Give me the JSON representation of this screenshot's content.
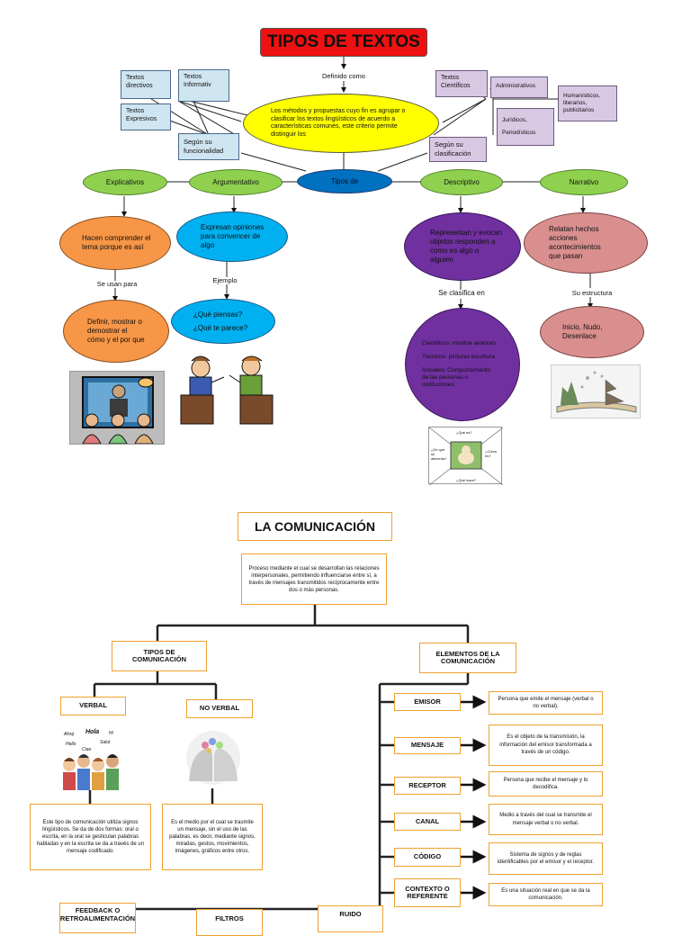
{
  "tipos": {
    "title": "TIPOS DE TEXTOS",
    "definido": "Definido como",
    "center_text": "Los métodos y propuestas cuyo fin es agrupar o clasificar los textos lingüísticos de acuerdo a características comunes, este criterio permite distinguir los",
    "left_boxes": [
      "Textos directivos",
      "Textos Informativ",
      "Textos Expresivos"
    ],
    "segun_funcionalidad": "Según su funcionalidad",
    "textos_cientificos": "Textos Científicos",
    "right_boxes": [
      "Administrativos",
      "Humanísticos, literarios, publicitarios",
      "Jurídicos,",
      "Periodísticos"
    ],
    "segun_clasificacion": "Según su clasificación",
    "tipos_de": "Tipos de",
    "types": [
      "Explicativos",
      "Argumentativo",
      "Descriptivo",
      "Narrativo"
    ],
    "explicativo_desc": "Hacen comprender el tema porque es así",
    "se_usan_para": "Se usan para",
    "explicativo_use": "Definir, mostrar o demostrar el cómo y el por que",
    "argumentativo_desc": "Expresan opiniones para convencer de algo",
    "ejemplo": "Ejemplo",
    "argumentativo_ex1": "¿Qué piensas?",
    "argumentativo_ex2": "¿Qué te parece?",
    "descriptivo_desc": "Representan y evocan objetos responden a como es algo o alguien",
    "se_clasifica_en": "Se clasifica en",
    "descriptivo_c1": "Científicos: mostrar avances",
    "descriptivo_c2": "Técnicos: pinturas escultura",
    "descriptivo_c3": "Sociales: Comportamiento de las personas o instituciones",
    "narrativo_desc": "Relatan hechos acciones acontecimientos que pasan",
    "su_estructura": "Su estructura",
    "narrativo_struct": "Inicio, Nudo, Desenlace",
    "dog_labels": [
      "¿Qué es?",
      "¿De qué se alimenta?",
      "¿Cómo es?",
      "¿Qué hace?"
    ]
  },
  "comunicacion": {
    "title": "LA COMUNICACIÓN",
    "definition": "Proceso mediante el cual se desarrollan las relaciones interpersonales, permitiendo influenciarse entre sí, a través de mensajes transmitidos recíprocamente entre dos o más personas.",
    "tipos": "TIPOS DE COMUNICACIÓN",
    "elementos": "ELEMENTOS DE LA COMUNICACIÓN",
    "verbal": "VERBAL",
    "no_verbal": "NO VERBAL",
    "verbal_desc": "Este tipo de comunicación utiliza signos lingüísticos. Se da de dos formas: oral o escrita, en la oral se gesticulan palabras habladas y en la escrita se da a través de un mensaje codificado.",
    "no_verbal_desc": "Es el medio por el cual se trasmite un mensaje, sin el uso de las palabras, es decir, mediante signos, miradas, gestos, movimientos, imágenes, gráficos entre otros.",
    "verbal_img_words": [
      "Ahoj",
      "Hola",
      "Hello",
      "Salut",
      "Ciao",
      "Hi"
    ],
    "elements": [
      {
        "name": "EMISOR",
        "desc": "Persona que emite el mensaje (verbal o no verbal)."
      },
      {
        "name": "MENSAJE",
        "desc": "Es el objeto de la transmisión, la información del emisor transformada a través de un código."
      },
      {
        "name": "RECEPTOR",
        "desc": "Persona que recibe el mensaje y lo decodifica."
      },
      {
        "name": "CANAL",
        "desc": "Medio a través del cual se transmite el mensaje verbal o no verbal."
      },
      {
        "name": "CÓDIGO",
        "desc": "Sistema de signos y de reglas identificables por el emisor y el receptor."
      },
      {
        "name": "CONTEXTO O REFERENTE",
        "desc": "Es una situación real en que se da la comunicación."
      }
    ],
    "feedback": "FEEDBACK O RETROALIMENTACIÓN",
    "filtros": "FILTROS",
    "ruido": "RUIDO"
  },
  "colors": {
    "title_red": "#ee1111",
    "yellow": "#ffff00",
    "green": "#8fd14f",
    "blue_tipos": "#0070c0",
    "orange": "#f79646",
    "sky": "#00b0f0",
    "purple": "#7030a0",
    "pink": "#da8f8f",
    "box_orange_border": "#f0a030"
  }
}
